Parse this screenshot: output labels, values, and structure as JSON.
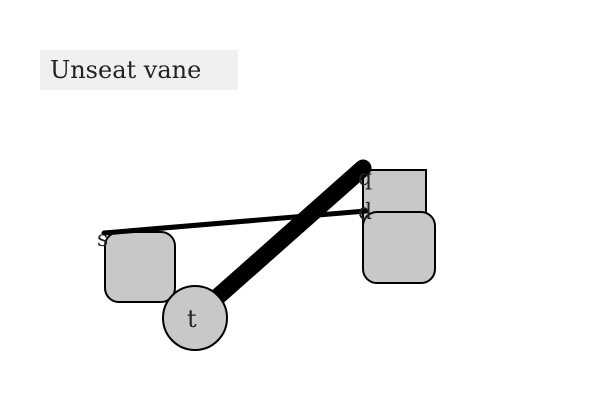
{
  "instruction": "Unseat vane",
  "colors": {
    "shape_fill": "#c8c8c8",
    "stroke": "#000000",
    "label_bg": "#f0f0f0"
  },
  "nodes": {
    "left_rounded": {
      "label": "s"
    },
    "right_square": {
      "label": "q"
    },
    "right_rounded": {
      "label": "d"
    },
    "circle": {
      "label": "t"
    }
  }
}
